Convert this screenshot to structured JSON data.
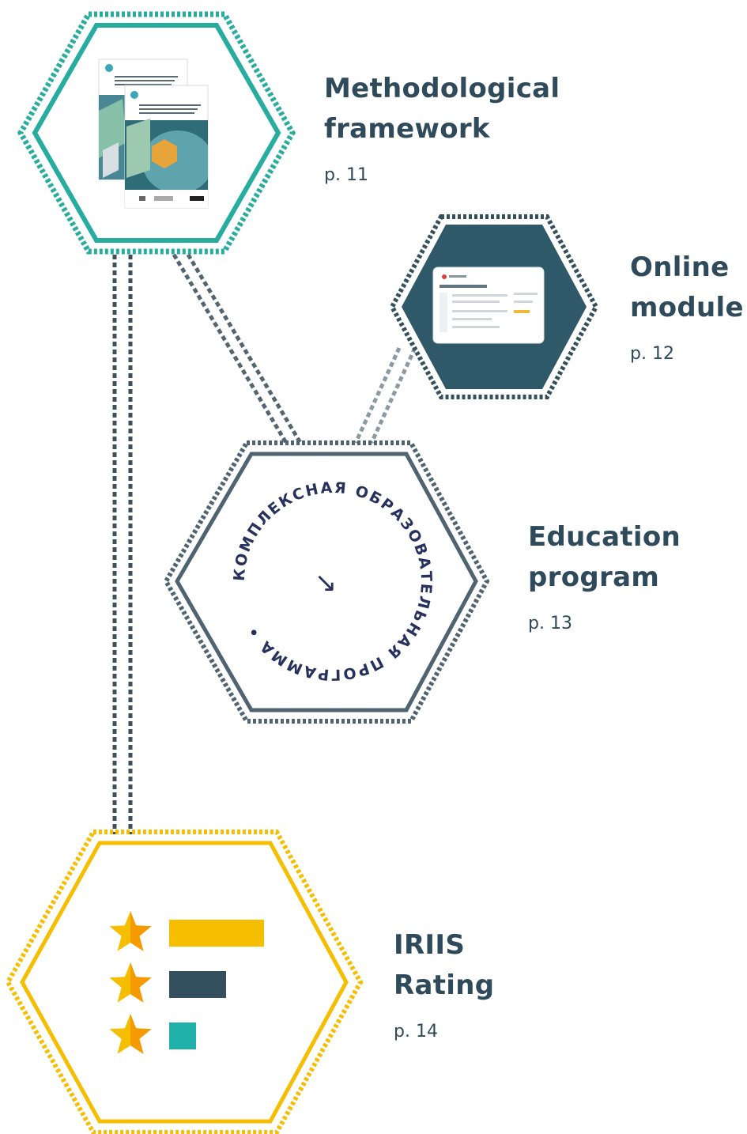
{
  "colors": {
    "teal": "#26ada0",
    "slate": "#34505f",
    "gray": "#4f6370",
    "yellow": "#f6be00",
    "orange": "#f59a00",
    "navy": "#27315e",
    "text": "#2f4a5a",
    "square": "#20b2aa"
  },
  "nodes": [
    {
      "id": "methodology",
      "title": "Methodological\nframework",
      "page": "p. 11",
      "icon": "document-cover-icon"
    },
    {
      "id": "online",
      "title": "Online\nmodule",
      "page": "p. 12",
      "icon": "laptop-screen-icon"
    },
    {
      "id": "education",
      "title": "Education\nprogram",
      "page": "p. 13",
      "icon": "circular-text-badge-icon",
      "ring_text": "КОМПЛЕКСНАЯ ОБРАЗОВАТЕЛЬНАЯ ПРОГРАММА •",
      "arrow": "↘"
    },
    {
      "id": "rating",
      "title": "IRIIS\nRating",
      "page": "p. 14",
      "icon": "star-rating-icon",
      "rating_levels": [
        1.0,
        0.6,
        0.3
      ]
    }
  ]
}
